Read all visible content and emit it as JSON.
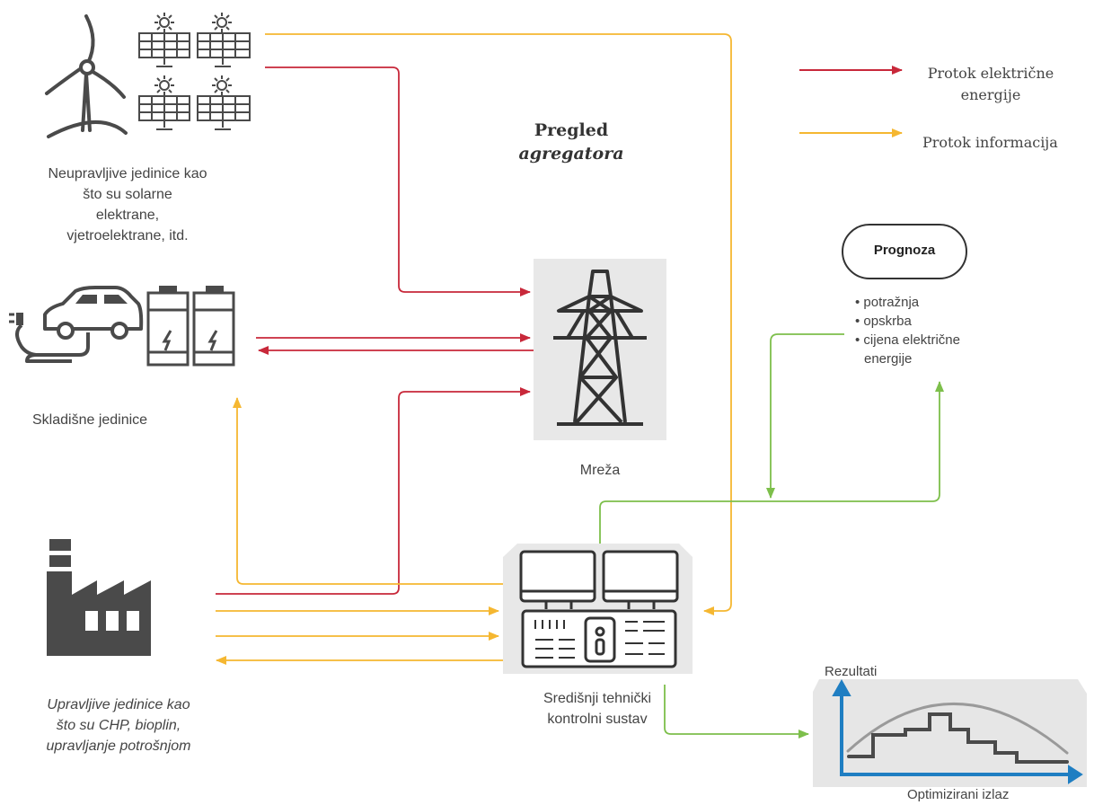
{
  "title": {
    "line1": "Pregled",
    "line2": "agregatora"
  },
  "legend": {
    "electric": {
      "line1": "Protok električne",
      "line2": "energije",
      "color": "#c8283a"
    },
    "info": {
      "label": "Protok informacija",
      "color": "#f5b731"
    }
  },
  "nodes": {
    "renewables": {
      "lines": [
        "Neupravljive jedinice kao",
        "što su solarne",
        "elektrane,",
        "vjetroelektrane, itd."
      ],
      "icon": "wind-turbine-and-solar-panels-icon"
    },
    "storage": {
      "label": "Skladišne jedinice",
      "icon": "electric-car-and-batteries-icon"
    },
    "grid": {
      "label": "Mreža",
      "icon": "transmission-tower-icon"
    },
    "controllable": {
      "lines": [
        "Upravljive jedinice kao",
        "što su CHP, bioplin,",
        "upravljanje potrošnjom"
      ],
      "icon": "factory-icon"
    },
    "control_center": {
      "lines": [
        "Središnji tehnički",
        "kontrolni sustav"
      ],
      "icon": "control-console-icon"
    },
    "forecast": {
      "label": "Prognoza",
      "items": [
        "potražnja",
        "opskrba",
        "cijena električne",
        "energije"
      ]
    },
    "results": {
      "ylabel": "Rezultati",
      "xlabel": "Optimizirani izlaz",
      "icon": "optimization-chart-icon"
    }
  },
  "colors": {
    "green": "#7dbf4b",
    "gray_icon": "#4a4a4a",
    "panel": "#e8e8e8"
  }
}
